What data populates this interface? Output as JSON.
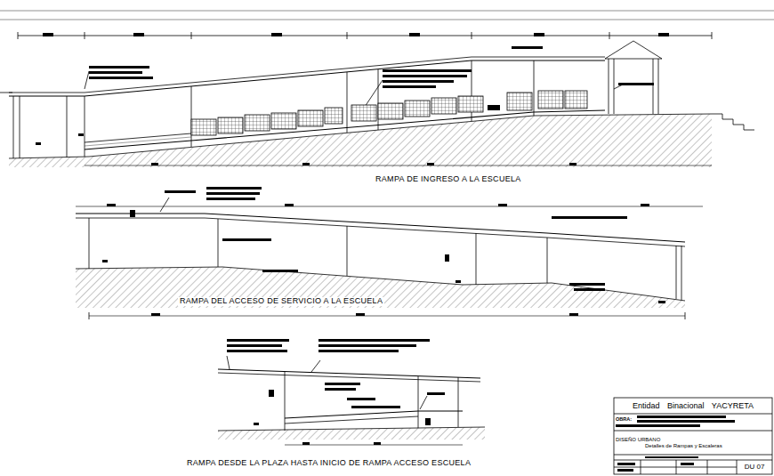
{
  "diagram": {
    "nodes": [
      {
        "text": [
          "Entidad Binacional YACYRETA"
        ]
      },
      {
        "text": [
          "OBRA:"
        ]
      },
      {
        "text": [
          "DISEÑO URBANO",
          "Detalles de Rampas y Escaleras"
        ]
      },
      {
        "text": [
          "DU 07"
        ]
      }
    ],
    "labels": [
      "RAMPA DE INGRESO A LA ESCUELA",
      "RAMPA DEL ACCESO DE SERVICIO A LA ESCUELA",
      "RAMPA DESDE LA PLAZA HASTA INICIO DE RAMPA ACCESO ESCUELA"
    ]
  }
}
